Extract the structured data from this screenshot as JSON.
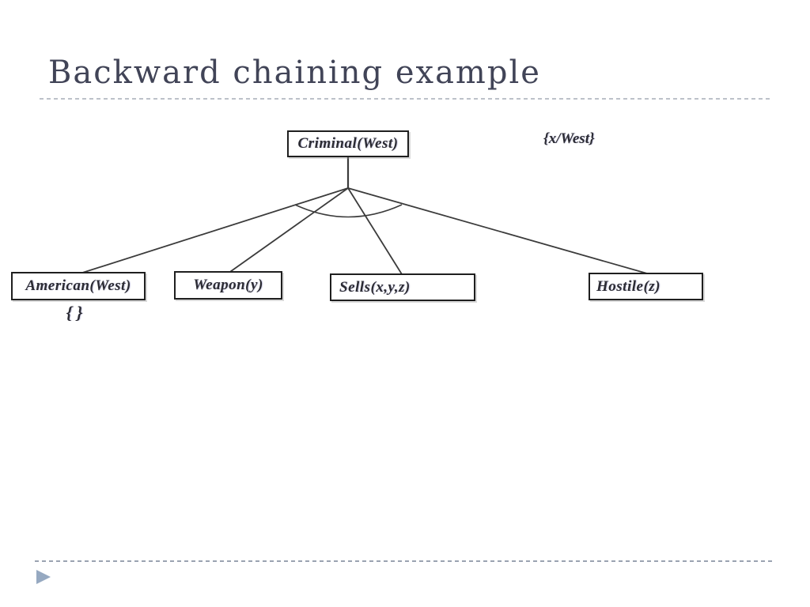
{
  "slide": {
    "title": "Backward chaining example"
  },
  "diagram": {
    "type": "backward-chaining proof tree",
    "root": {
      "label": "Criminal(West)",
      "substitution": "{x/West}"
    },
    "children": [
      {
        "label": "American(West)",
        "substitution": "{ }"
      },
      {
        "label": "Weapon(y)"
      },
      {
        "label": "Sells(x,y,z)"
      },
      {
        "label": "Hostile(z)"
      }
    ],
    "connector": "and-arc joining all four child edges"
  },
  "footer": {
    "arrow_icon": "right-pointing-triangle"
  },
  "colors": {
    "background": "#ffffff",
    "title_text": "#414457",
    "diagram_ink": "#3b3b3b",
    "node_border": "#1f1f1f",
    "node_text": "#2b2b33",
    "separator_top": "#bcc1c9",
    "separator_bottom": "#9aa3b1",
    "footer_arrow": "#96a9c1"
  }
}
